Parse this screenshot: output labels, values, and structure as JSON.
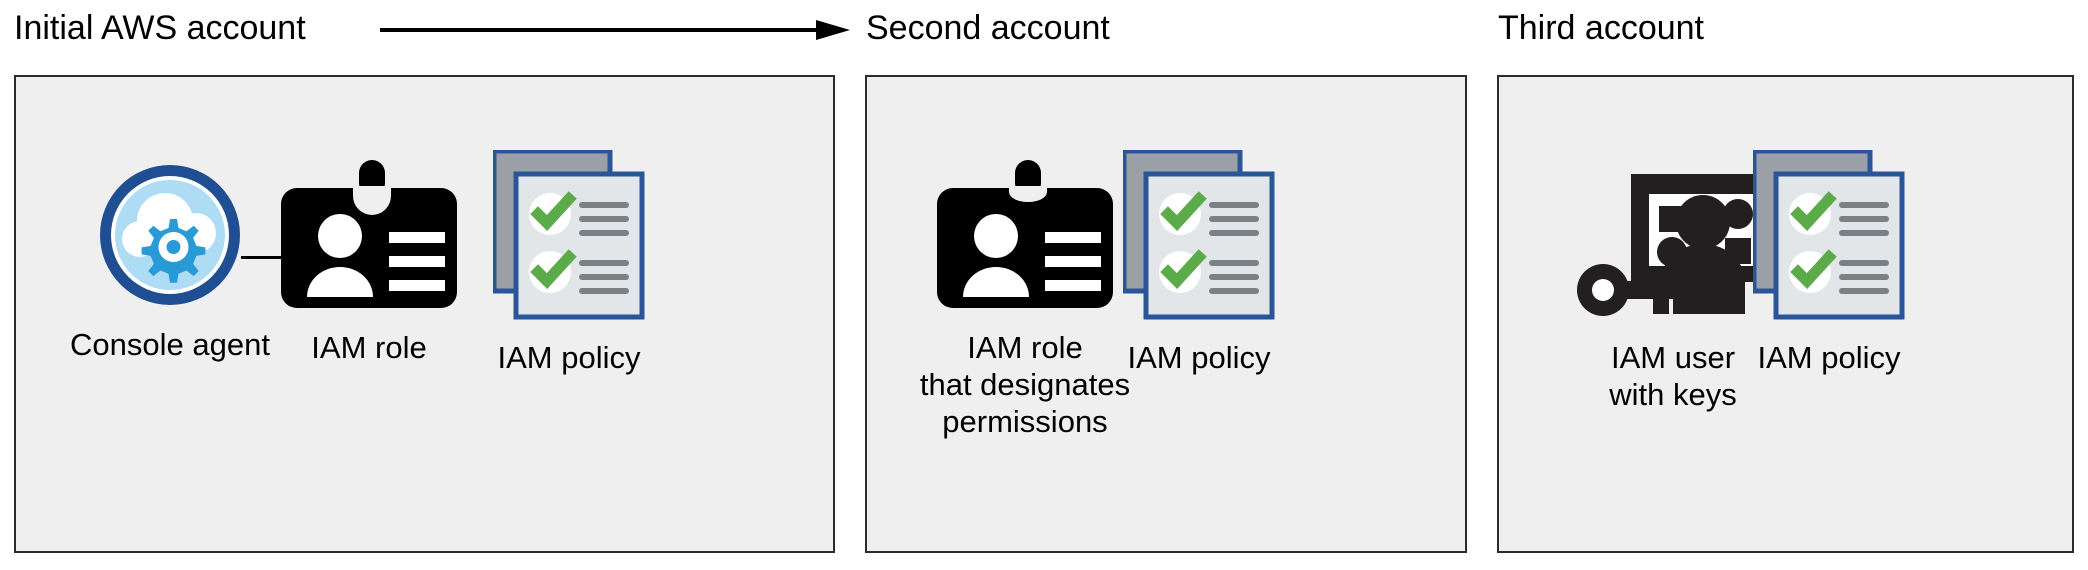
{
  "diagram": {
    "title": "AWS cross-account IAM access diagram",
    "background_color": "#ffffff",
    "panel_fill": "#efefef",
    "panel_border": "#2b2b2b",
    "accent_blue_dark": "#1f4e93",
    "accent_blue_light": "#aedcf5",
    "accent_blue_gear": "#2a9ad6",
    "accent_green": "#5cab4a",
    "accent_gray": "#9aa0a6",
    "ink": "#231f20"
  },
  "columns": [
    {
      "id": "initial-account",
      "title": "Initial AWS account",
      "nodes": [
        {
          "id": "console-agent",
          "icon": "console-agent-icon",
          "label": "Console agent"
        },
        {
          "id": "iam-role",
          "icon": "id-badge-icon",
          "label": "IAM role"
        },
        {
          "id": "iam-policy",
          "icon": "policy-document-icon",
          "label": "IAM policy"
        }
      ]
    },
    {
      "id": "second-account",
      "title": "Second account",
      "nodes": [
        {
          "id": "iam-role-designates",
          "icon": "id-badge-icon",
          "label": "IAM role\nthat designates\npermissions"
        },
        {
          "id": "iam-policy-2",
          "icon": "policy-document-icon",
          "label": "IAM policy"
        }
      ]
    },
    {
      "id": "third-account",
      "title": "Third account",
      "nodes": [
        {
          "id": "iam-user-keys",
          "icon": "iam-user-with-keys-icon",
          "label": "IAM user\nwith keys"
        },
        {
          "id": "iam-policy-3",
          "icon": "policy-document-icon",
          "label": "IAM policy"
        }
      ]
    }
  ],
  "connectors": [
    {
      "id": "arrow-initial-to-second",
      "type": "arrow",
      "from": "initial-account",
      "to": "second-account"
    },
    {
      "id": "line-agent-to-role",
      "type": "line",
      "from": "console-agent",
      "to": "iam-role"
    },
    {
      "id": "line-role-to-policy",
      "type": "line",
      "from": "iam-role",
      "to": "iam-policy"
    },
    {
      "id": "line-role2-to-policy2",
      "type": "line",
      "from": "iam-role-designates",
      "to": "iam-policy-2"
    },
    {
      "id": "line-user-to-policy3",
      "type": "line",
      "from": "iam-user-keys",
      "to": "iam-policy-3"
    }
  ]
}
